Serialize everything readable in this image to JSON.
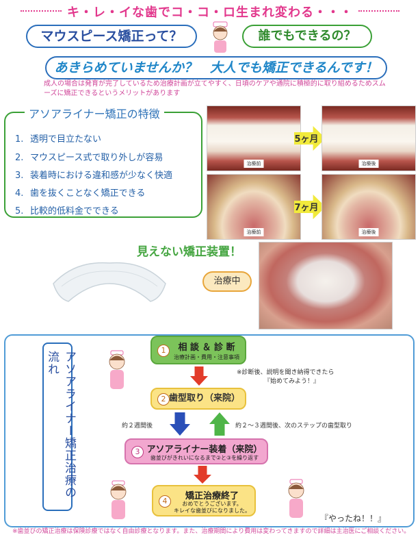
{
  "header": {
    "title": "キ・レ・イな歯でコ・コ・ロ生まれ変わる・・・"
  },
  "bubbles": {
    "left": "マウスピース矯正って？",
    "right": "誰でもできるの？"
  },
  "headline": "あきらめていませんか？　大人でも矯正できるんです！",
  "intro": "成人の場合は発育が完了しているため治療計画が立てやすく、日頃のケアや通院に積極的に取り組めるためスムーズに矯正できるというメリットがあります",
  "features": {
    "title": "アソアライナー矯正の特徴",
    "items": [
      {
        "num": "1.",
        "text": "透明で目立たない"
      },
      {
        "num": "2.",
        "text": "マウスピース式で取り外しが容易"
      },
      {
        "num": "3.",
        "text": "装着時における違和感が少なく快適"
      },
      {
        "num": "4.",
        "text": "歯を抜くことなく矯正できる"
      },
      {
        "num": "5.",
        "text": "比較的低料金でできる"
      }
    ]
  },
  "photos": {
    "row1": {
      "before": "治療前",
      "after": "治療後",
      "duration": "5ヶ月"
    },
    "row2": {
      "before": "治療前",
      "after": "治療後",
      "duration": "7ヶ月"
    }
  },
  "invisible": {
    "heading": "見えない矯正装置！",
    "badge": "治療中"
  },
  "flow": {
    "title": "アソアライナー矯正治療の流れ",
    "step1": {
      "num": "1",
      "title": "相 談 ＆ 診 断",
      "sub": "治療計画・費用・注意事項"
    },
    "note1": {
      "line1": "※診断後、説明を聞き納得できたら",
      "line2": "『始めてみよう！』"
    },
    "step2": {
      "num": "2",
      "title": "歯型取り（来院）"
    },
    "left_label": "約２週間後",
    "right_label": "約２～３週間後、次のステップの歯型取り",
    "step3": {
      "num": "3",
      "title": "アソアライナー装着（来院）",
      "sub": "歯並びがきれいになるまで②と③を繰り返す"
    },
    "step4": {
      "num": "4",
      "title": "矯正治療終了",
      "sub1": "おめでとうございます。",
      "sub2": "キレイな歯並びになりました。"
    },
    "exclaim": "『やったね！！』"
  },
  "footnote": "※歯並びの矯正治療は保険診療ではなく自由診療となります。また、治療期間により費用は変わってきますので詳細は主治医にご相談ください。",
  "colors": {
    "pink": "#e2388d",
    "blue": "#2a6ebb",
    "green": "#3aa036",
    "yellow": "#f1ea3c"
  }
}
